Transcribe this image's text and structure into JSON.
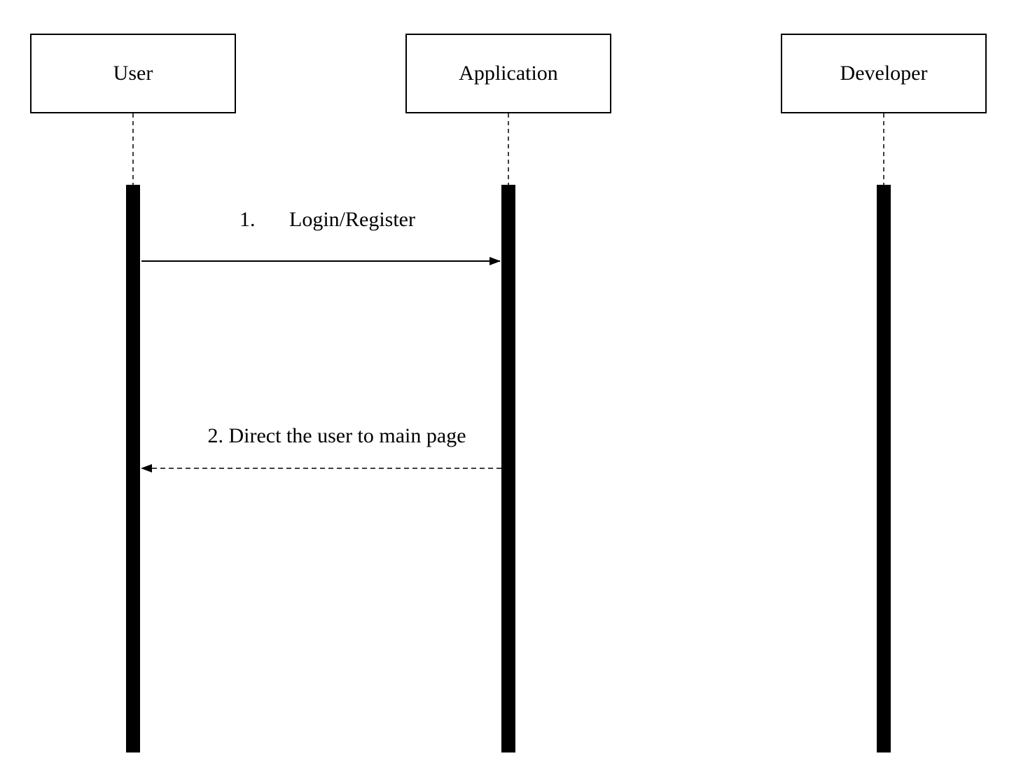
{
  "diagram": {
    "type": "sequence",
    "participants": [
      {
        "id": "user",
        "label": "User"
      },
      {
        "id": "application",
        "label": "Application"
      },
      {
        "id": "developer",
        "label": "Developer"
      }
    ],
    "messages": [
      {
        "number": "1.",
        "label": "Login/Register",
        "from": "user",
        "to": "application",
        "style": "solid"
      },
      {
        "number": "",
        "label": "2. Direct the user to main page",
        "from": "application",
        "to": "user",
        "style": "dashed"
      }
    ],
    "colors": {
      "line": "#000000",
      "background": "#ffffff"
    }
  }
}
